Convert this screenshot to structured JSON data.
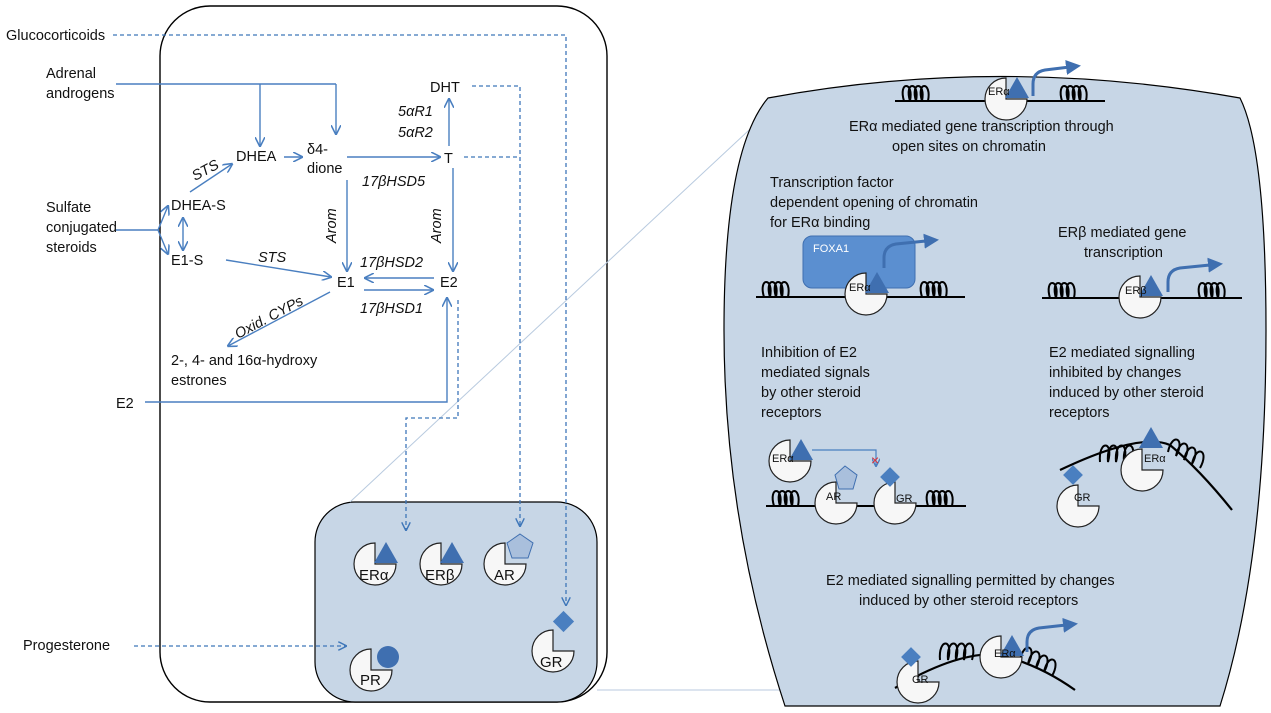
{
  "colors": {
    "arrow": "#4a7fc0",
    "dash": "#3f77b9",
    "panel_fill": "#c7d6e6",
    "panel_stroke": "#000000",
    "ligand": "#3f6fb0",
    "ligand_light": "#a9bfdc",
    "foxa1": "#5b8fd0",
    "inhibit": "#d9303a"
  },
  "left": {
    "inputs": {
      "glucocorticoids": "Glucocorticoids",
      "adrenal_1": "Adrenal",
      "adrenal_2": "androgens",
      "sulfate_1": "Sulfate",
      "sulfate_2": "conjugated",
      "sulfate_3": "steroids",
      "e2_input": "E2",
      "progesterone": "Progesterone"
    },
    "metabolites": {
      "dht": "DHT",
      "dhea": "DHEA",
      "d4_1": "δ4-",
      "d4_2": "dione",
      "t": "T",
      "dhea_s": "DHEA-S",
      "e1_s": "E1-S",
      "e1": "E1",
      "e2": "E2",
      "hydroxy_1": "2-, 4- and 16α-hydroxy",
      "hydroxy_2": "estrones"
    },
    "enzymes": {
      "sts_top": "STS",
      "sts_bottom": "STS",
      "srd5a1": "5αR1",
      "srd5a2": "5αR2",
      "hsd5": "17βHSD5",
      "arom_left": "Arom",
      "arom_right": "Arom",
      "hsd2": "17βHSD2",
      "hsd1": "17βHSD1",
      "cyps": "Oxid. CYPs"
    },
    "receptors": {
      "era": "ERα",
      "erb": "ERβ",
      "ar": "AR",
      "pr": "PR",
      "gr": "GR"
    }
  },
  "right": {
    "caption_1_line1": "ERα mediated gene transcription through",
    "caption_1_line2": "open sites on chromatin",
    "tf_line1": "Transcription factor",
    "tf_line2": "dependent opening of chromatin",
    "tf_line3": "for ERα binding",
    "foxa1": "FOXA1",
    "erb_line1": "ERβ mediated gene",
    "erb_line2": "transcription",
    "inh_line1": "Inhibition of E2",
    "inh_line2": "mediated signals",
    "inh_line3": "by other steroid",
    "inh_line4": "receptors",
    "e2inh_line1": "E2 mediated signalling",
    "e2inh_line2": "inhibited by changes",
    "e2inh_line3": "induced by other steroid",
    "e2inh_line4": "receptors",
    "perm_line1": "E2 mediated signalling permitted by changes",
    "perm_line2": "induced by other steroid receptors",
    "labels": {
      "era": "ERα",
      "erb": "ERβ",
      "ar": "AR",
      "gr": "GR",
      "x_mark": "×"
    }
  }
}
